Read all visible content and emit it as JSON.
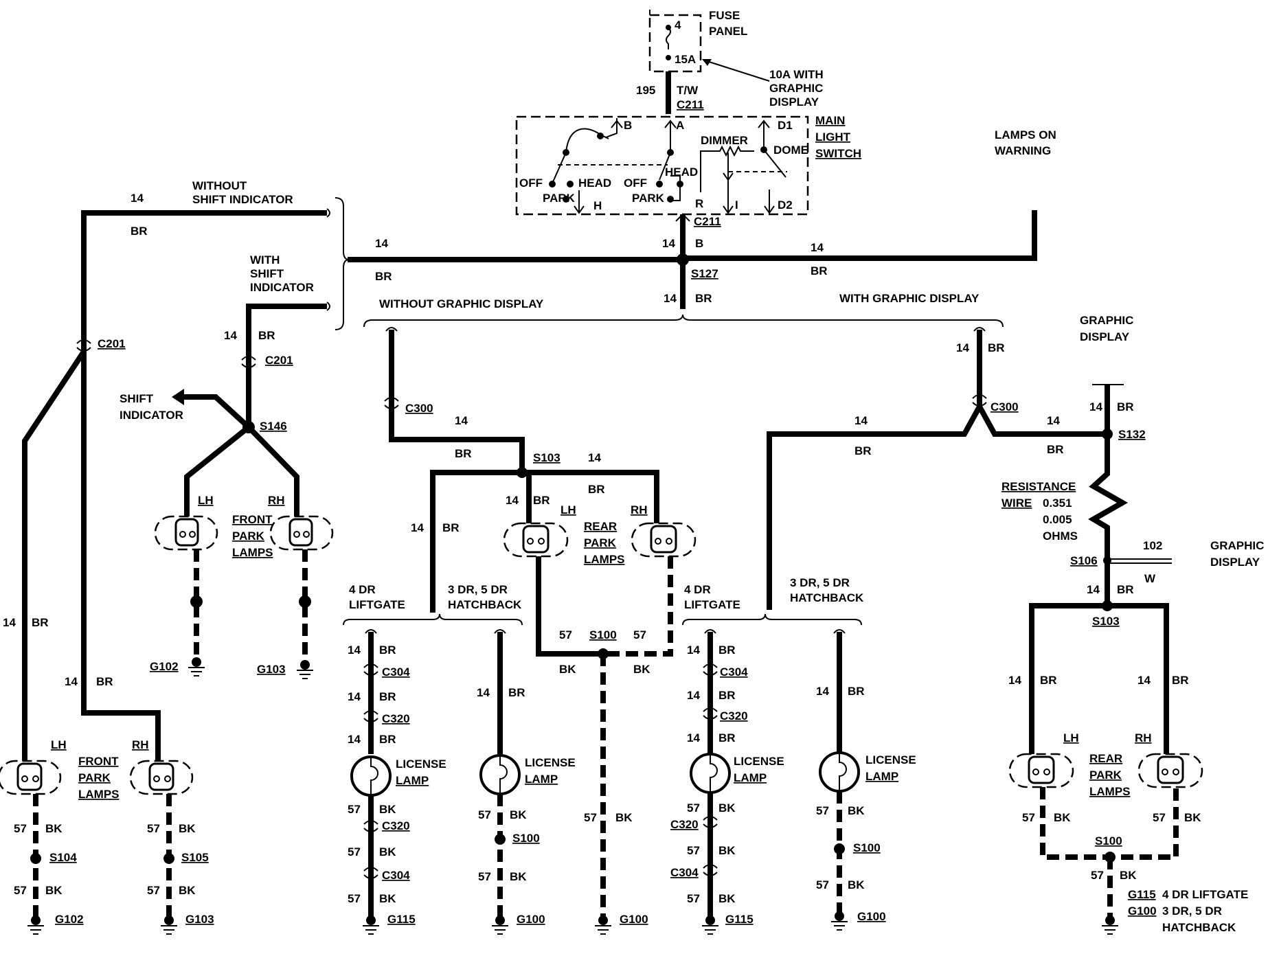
{
  "fuse": {
    "title": [
      "FUSE",
      "PANEL"
    ],
    "number": "4",
    "rating": "15A",
    "note": [
      "10A WITH",
      "GRAPHIC",
      "DISPLAY"
    ]
  },
  "switch": {
    "title": [
      "MAIN",
      "LIGHT",
      "SWITCH"
    ],
    "pins": {
      "b": "B",
      "a": "A",
      "d1": "D1",
      "h": "H",
      "r": "R",
      "i": "I",
      "d2": "D2"
    },
    "labels": {
      "off1": "OFF",
      "head1": "HEAD",
      "park1": "PARK",
      "off2": "OFF",
      "head2": "HEAD",
      "park2": "PARK",
      "dimmer": "DIMMER",
      "dome": "DOME"
    },
    "feed": {
      "circuit": "195",
      "color": "T/W",
      "connector": "C211"
    },
    "out_connector": "C211"
  },
  "lamps_on": [
    "LAMPS ON",
    "WARNING"
  ],
  "common": {
    "gauge": "14",
    "br": "BR",
    "bk": "BK",
    "w": "W",
    "b": "B",
    "ground_circuit": "57",
    "circuit_102": "102"
  },
  "splices": {
    "s127": "S127",
    "s146": "S146",
    "s103": "S103",
    "s132": "S132",
    "s106": "S106",
    "s100": "S100",
    "s104": "S104",
    "s105": "S105"
  },
  "connectors": {
    "c201": "C201",
    "c300": "C300",
    "c304": "C304",
    "c320": "C320"
  },
  "grounds": {
    "g102": "G102",
    "g103": "G103",
    "g115": "G115",
    "g100": "G100"
  },
  "options": {
    "without_shift": [
      "WITHOUT",
      "SHIFT INDICATOR"
    ],
    "with_shift": [
      "WITH",
      "SHIFT",
      "INDICATOR"
    ],
    "shift_indicator": [
      "SHIFT",
      "INDICATOR"
    ],
    "without_graphic": "WITHOUT GRAPHIC DISPLAY",
    "with_graphic": "WITH GRAPHIC DISPLAY",
    "graphic_display": [
      "GRAPHIC",
      "DISPLAY"
    ],
    "liftgate_4dr": [
      "4 DR",
      "LIFTGATE"
    ],
    "hatchback": [
      "3 DR, 5 DR",
      "HATCHBACK"
    ]
  },
  "components": {
    "front_park": [
      "FRONT",
      "PARK",
      "LAMPS"
    ],
    "rear_park": [
      "REAR",
      "PARK",
      "LAMPS"
    ],
    "license": [
      "LICENSE",
      "LAMP"
    ],
    "lh": "LH",
    "rh": "RH",
    "resistance": [
      "RESISTANCE",
      "WIRE",
      "0.351",
      "0.005",
      "OHMS"
    ]
  },
  "ground_notes": {
    "g115_note": "4 DR LIFTGATE",
    "g100_note": [
      "3 DR, 5 DR",
      "HATCHBACK"
    ]
  }
}
